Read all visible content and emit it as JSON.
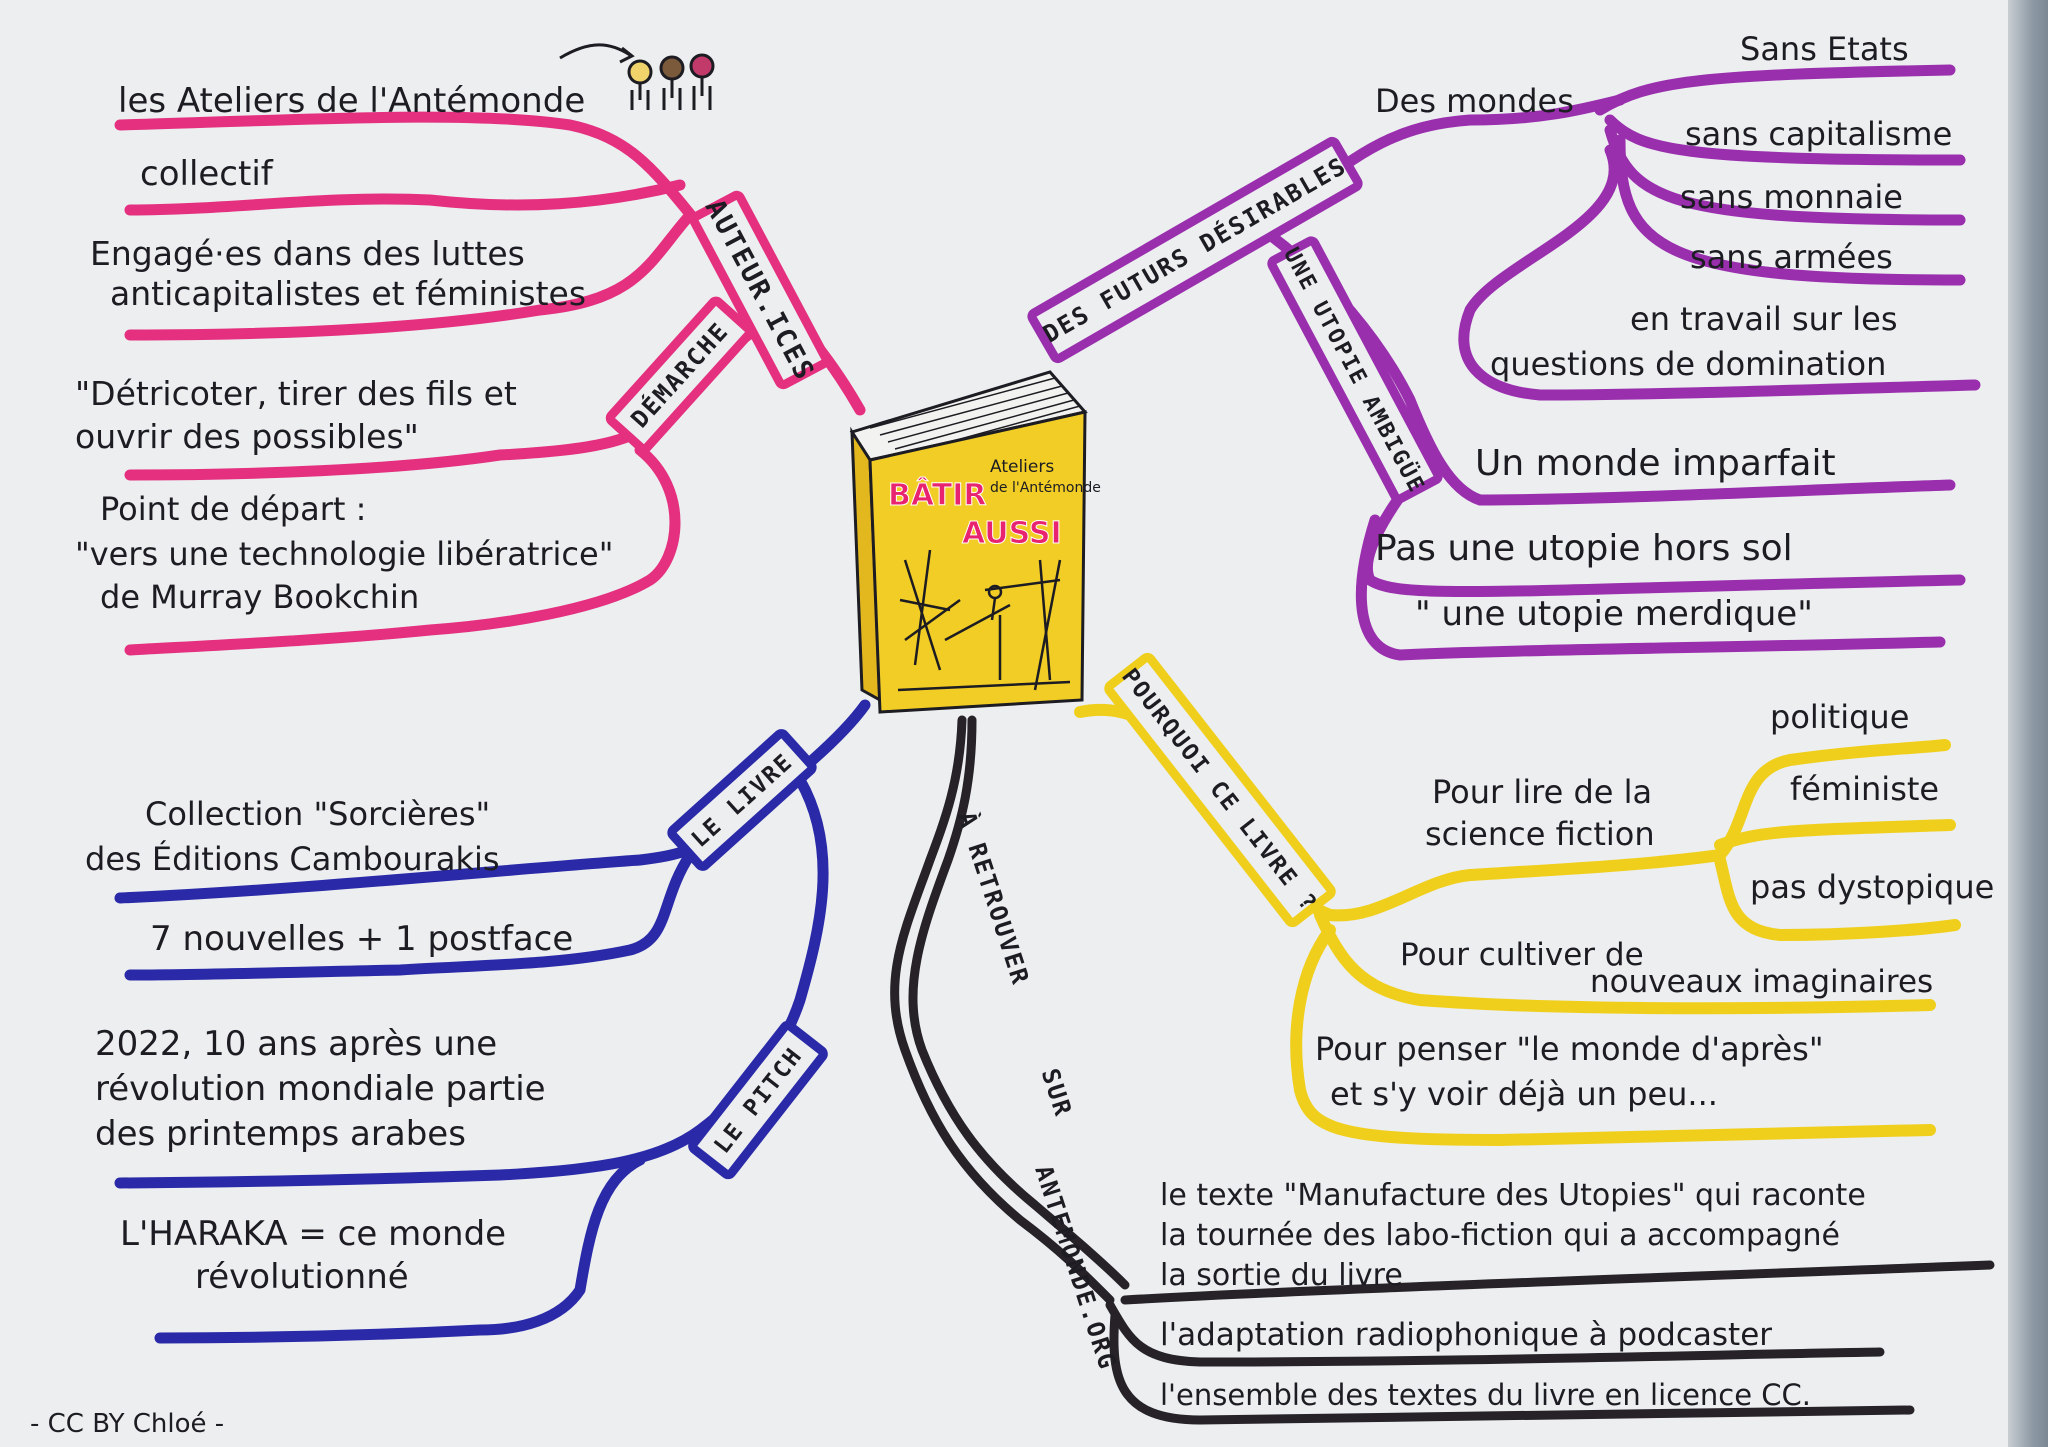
{
  "colors": {
    "pink": "#e4307f",
    "purple": "#9a2fae",
    "blue": "#2a2aa8",
    "yellow": "#f0cf1c",
    "black": "#262228",
    "ink": "#1c1c22",
    "book": "#f1cd25",
    "book_title": "#e8236f"
  },
  "book": {
    "title_line1": "BÂTIR",
    "title_line2": "AUSSI",
    "author_line1": "Ateliers",
    "author_line2": "de l'Antémonde"
  },
  "auteurs": {
    "label": "AUTEUR.ICES",
    "name": "les Ateliers de l'Antémonde",
    "people_icon": "three-people-icon",
    "collectif": "collectif",
    "engage_line1": "Engagé·es dans des luttes",
    "engage_line2": "anticapitalistes et féministes"
  },
  "demarche": {
    "label": "DÉMARCHE",
    "quote_line1": "\"Détricoter, tirer des fils et",
    "quote_line2": "ouvrir des possibles\"",
    "depart_line1": "Point de départ :",
    "depart_line2": "\"vers une technologie libératrice\"",
    "depart_line3": "de Murray Bookchin"
  },
  "futurs": {
    "label": "DES FUTURS DÉSIRABLES",
    "mondes": "Des mondes",
    "items": [
      "Sans Etats",
      "sans capitalisme",
      "sans monnaie",
      "sans armées"
    ],
    "travail_line1": "en travail sur les",
    "travail_line2": "questions de domination"
  },
  "utopie": {
    "label": "UNE UTOPIE AMBIGÜE",
    "items": [
      "Un monde imparfait",
      "Pas une utopie hors sol",
      "\" une utopie merdique\""
    ]
  },
  "pourquoi": {
    "label": "POURQUOI CE LIVRE ?",
    "sf_line1": "Pour lire de la",
    "sf_line2": "science fiction",
    "sf_items": [
      "politique",
      "féministe",
      "pas dystopique"
    ],
    "cultiver_line1": "Pour cultiver de",
    "cultiver_line2": "nouveaux imaginaires",
    "penser_line1": "Pour penser \"le monde d'après\"",
    "penser_line2": "et s'y voir déjà un peu..."
  },
  "livre": {
    "label": "LE LIVRE",
    "collection_line1": "Collection \"Sorcières\"",
    "collection_line2": "des Éditions Cambourakis",
    "nouvelles": "7 nouvelles + 1 postface"
  },
  "pitch": {
    "label": "LE PITCH",
    "line1": "2022, 10 ans après une",
    "line2": "révolution mondiale partie",
    "line3": "des printemps arabes",
    "haraka_line1": "L'HARAKA = ce monde",
    "haraka_line2": "révolutionné"
  },
  "retrouver": {
    "label_line1": "À RETROUVER",
    "label_line2": "SUR",
    "label_line3": "ANTEMONDE.ORG",
    "texte_line1": "le texte \"Manufacture des Utopies\" qui raconte",
    "texte_line2": "la tournée des labo-fiction qui a accompagné",
    "texte_line3": "la sortie du livre",
    "radio": "l'adaptation radiophonique à podcaster",
    "ensemble": "l'ensemble des textes du livre en licence CC."
  },
  "credit": "- CC BY Chloé -"
}
